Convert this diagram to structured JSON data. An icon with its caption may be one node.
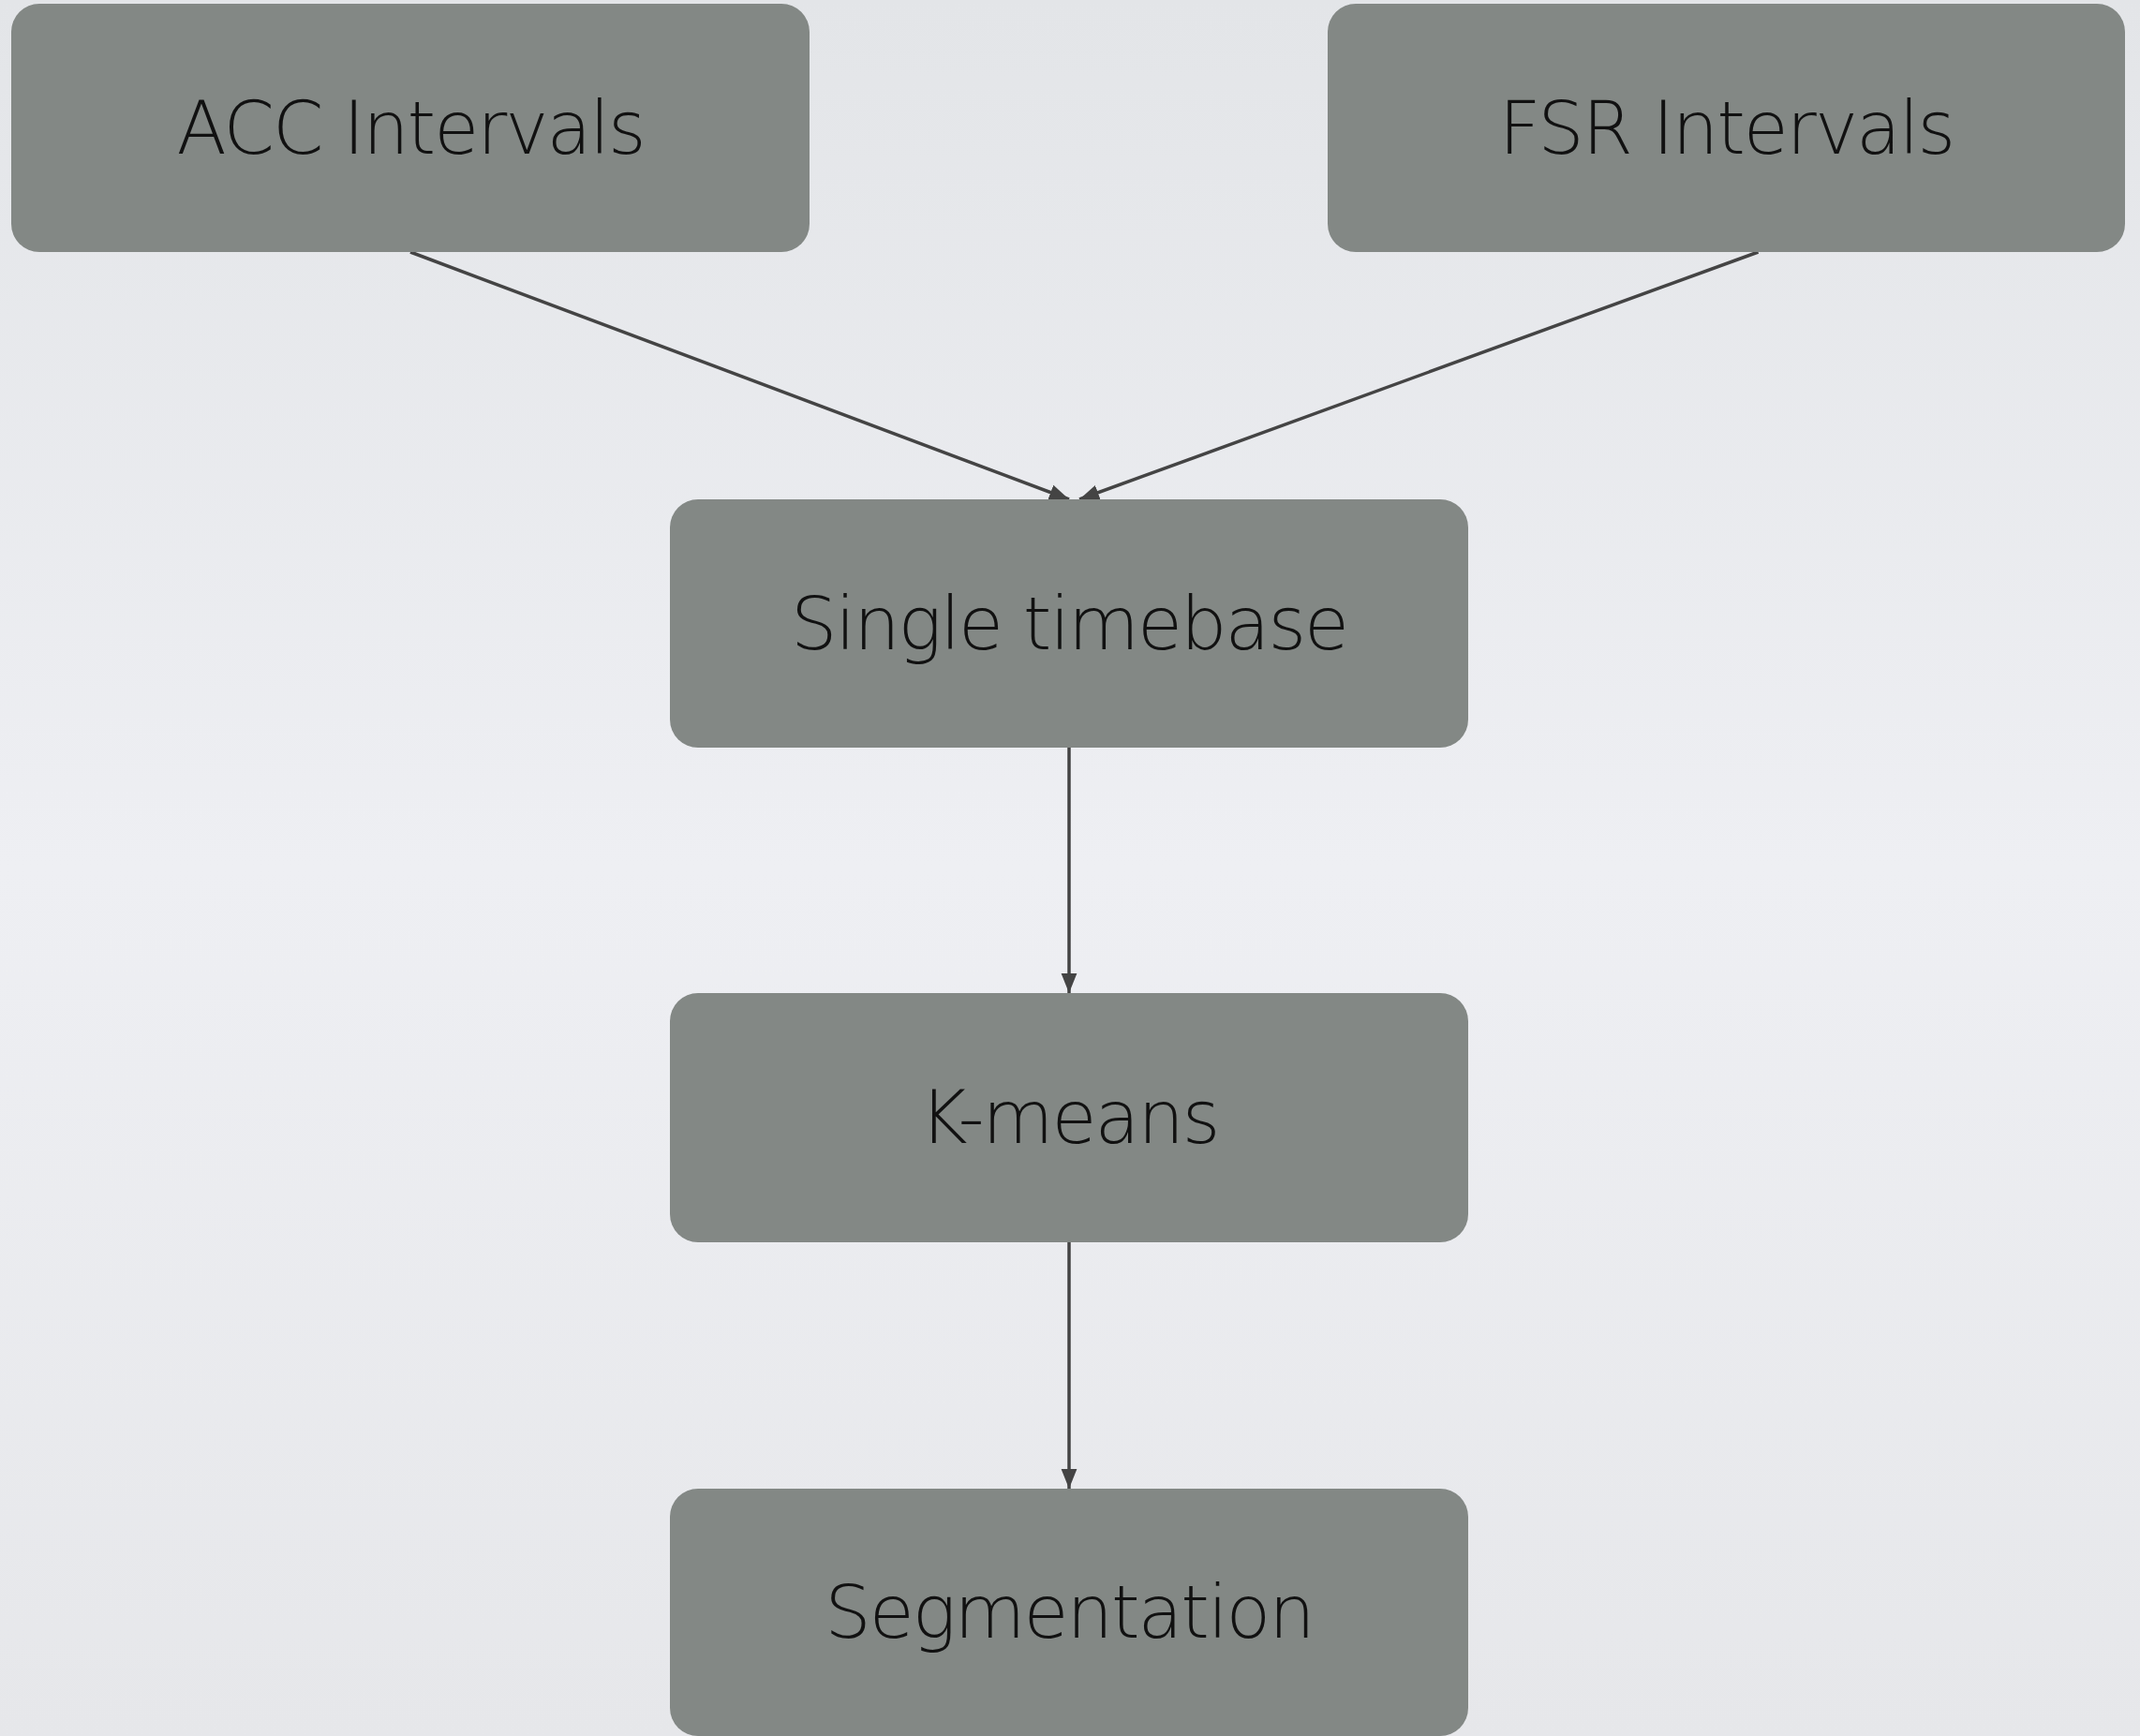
{
  "diagram": {
    "nodes": [
      {
        "text": [
          "ACC Intervals"
        ]
      },
      {
        "text": [
          "FSR Intervals"
        ]
      },
      {
        "text": [
          "Single timebase"
        ]
      },
      {
        "text": [
          "K-means"
        ]
      },
      {
        "text": [
          "Segmentation"
        ]
      }
    ],
    "edges": [
      {
        "from": 0,
        "to": 2,
        "arrow": "to"
      },
      {
        "from": 1,
        "to": 2,
        "arrow": "to"
      },
      {
        "from": 2,
        "to": 3,
        "arrow": "to"
      },
      {
        "from": 3,
        "to": 4,
        "arrow": "to"
      }
    ]
  }
}
